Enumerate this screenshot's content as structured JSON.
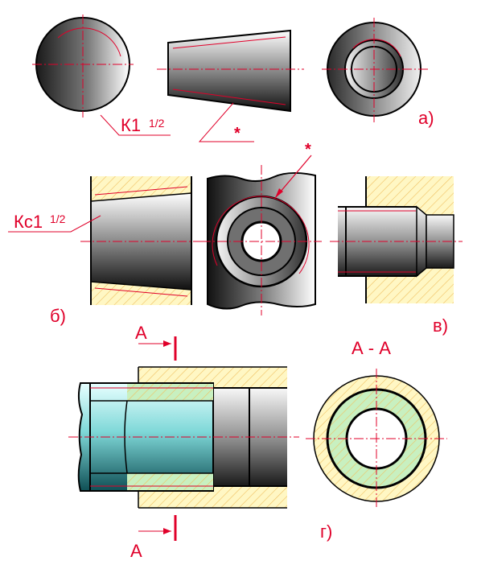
{
  "colors": {
    "accent": "#e0002a",
    "outline": "#000000",
    "hatch_fill": "#fff7c4",
    "hatch_line": "#f0c060",
    "pipe_fill": "#7fd8d8",
    "seal_fill": "#c8f0c0"
  },
  "labels": {
    "thread_k": "К1",
    "thread_k_frac": "1/2",
    "thread_kc": "Кс1",
    "thread_kc_frac": "1/2",
    "asterisk_a": "*",
    "asterisk_b": "*",
    "section_top": "А",
    "section_bottom": "А",
    "section_title": "А - А",
    "fig_a": "а)",
    "fig_b": "б)",
    "fig_v": "в)",
    "fig_g": "г)"
  }
}
